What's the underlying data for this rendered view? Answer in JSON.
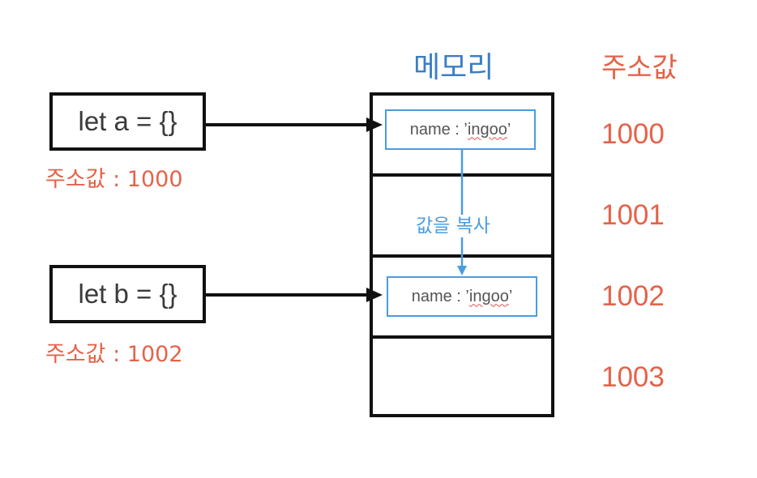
{
  "memory_title": "메모리",
  "address_header": "주소값",
  "variables": [
    {
      "code": "let a = {}",
      "address_label": "주소값 : 1000"
    },
    {
      "code": "let b = {}",
      "address_label": "주소값 : 1002"
    }
  ],
  "memory_cells": [
    {
      "value_prefix": "name : ’",
      "value_word": "ingoo",
      "value_suffix": "’"
    },
    {
      "value_prefix": "",
      "value_word": "",
      "value_suffix": ""
    },
    {
      "value_prefix": "name : ’",
      "value_word": "ingoo",
      "value_suffix": "’"
    },
    {
      "value_prefix": "",
      "value_word": "",
      "value_suffix": ""
    }
  ],
  "copy_label": "값을 복사",
  "addresses": [
    "1000",
    "1001",
    "1002",
    "1003"
  ],
  "colors": {
    "title_blue": "#3b7fc4",
    "address_red": "#e4634a",
    "copy_blue": "#4a9de0",
    "outline": "#111111"
  }
}
